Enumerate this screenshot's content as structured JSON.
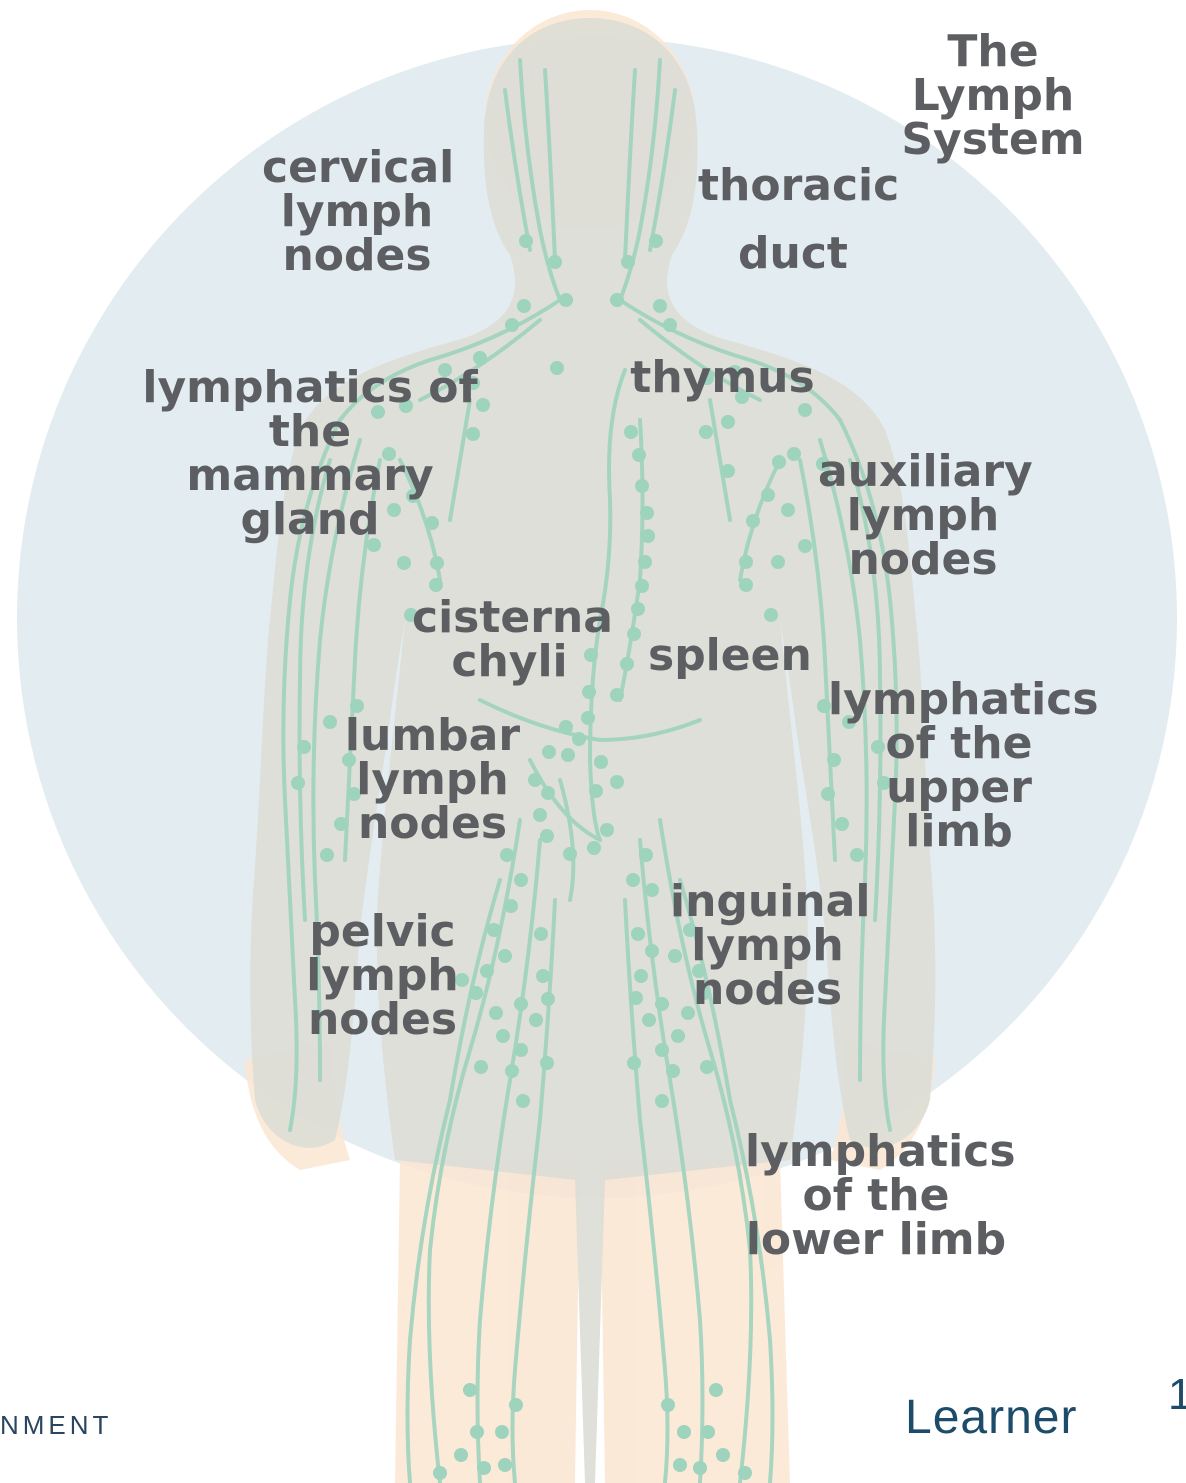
{
  "title": "The Lymph\nSystem",
  "labels": {
    "cervical": "cervical\nlymph\nnodes",
    "thoracic_1": "thoracic",
    "thoracic_2": "duct",
    "mammary": "lymphatics of\nthe mammary\ngland",
    "thymus": "thymus",
    "auxiliary": "auxiliary\nlymph\nnodes",
    "cisterna": "cisterna\nchyli",
    "spleen": "spleen",
    "upper_limb": "lymphatics\nof the\nupper limb",
    "lumbar": "lumbar\nlymph\nnodes",
    "inguinal": "inguinal\nlymph\nnodes",
    "pelvic": "pelvic\nlymph\nnodes",
    "lower_limb": "lymphatics\nof the\nlower limb"
  },
  "footer": {
    "left_text": "NMENT",
    "right_text": "Learner",
    "mark": "1"
  },
  "colors": {
    "circle": "#e3ecf0",
    "body": "#dfe0da",
    "skin": "#fbe6d2",
    "lymph": "#9ed3bd",
    "label": "#5c5e62",
    "brand": "#1d4c6b"
  }
}
